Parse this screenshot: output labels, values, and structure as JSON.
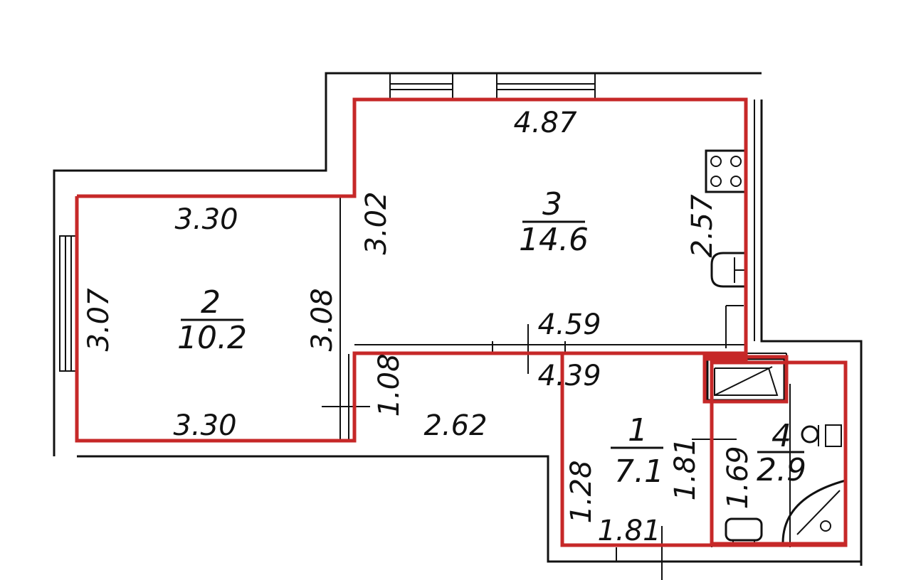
{
  "plan": {
    "outline_color": "#c62828",
    "wall_color": "#111111",
    "rooms": [
      {
        "number": "1",
        "area": "7.1"
      },
      {
        "number": "2",
        "area": "10.2"
      },
      {
        "number": "3",
        "area": "14.6"
      },
      {
        "number": "4",
        "area": "2.9"
      }
    ],
    "dimensions": {
      "room3_top": "4.87",
      "room3_left": "3.02",
      "room3_right": "2.57",
      "room3_bottom": "4.59",
      "room2_top": "3.30",
      "room2_left": "3.07",
      "room2_right": "3.08",
      "room2_bottom": "3.30",
      "room1_top": "4.39",
      "room1_left": "1.08",
      "room1_mid": "2.62",
      "room1_lower_left": "1.28",
      "room1_bottom": "1.81",
      "room1_right": "1.81",
      "room4_left": "1.69"
    },
    "icons": [
      "stove-icon",
      "sink-icon",
      "fridge-icon",
      "bathtub-icon",
      "washbasin-icon",
      "toilet-icon",
      "corner-shower-icon"
    ]
  }
}
